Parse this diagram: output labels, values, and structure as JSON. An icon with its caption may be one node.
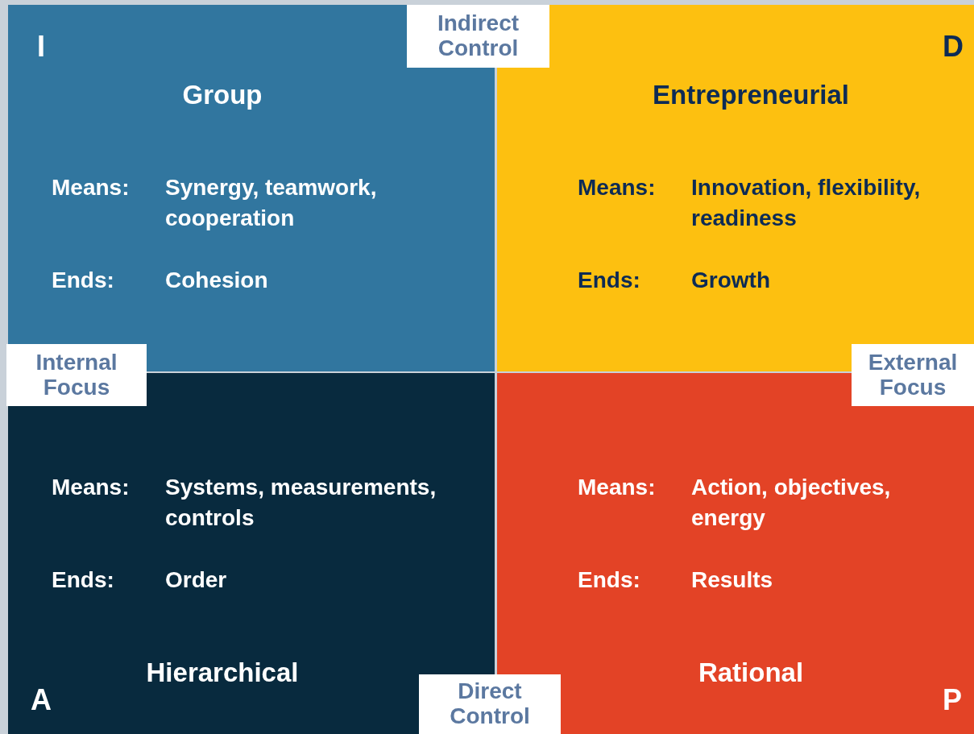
{
  "diagram": {
    "nodes": [
      {
        "text": [
          "I",
          "Group",
          "Means:",
          "Synergy, teamwork, cooperation",
          "Ends:",
          "Cohesion"
        ]
      },
      {
        "text": [
          "D",
          "Entrepreneurial",
          "Means:",
          "Innovation, flexibility, readiness",
          "Ends:",
          "Growth"
        ]
      },
      {
        "text": [
          "A",
          "Hierarchical",
          "Means:",
          "Systems, measurements, controls",
          "Ends:",
          "Order"
        ]
      },
      {
        "text": [
          "P",
          "Rational",
          "Means:",
          "Action, objectives, energy",
          "Ends:",
          "Results"
        ]
      },
      {
        "text": [
          "Indirect Control"
        ]
      },
      {
        "text": [
          "Internal Focus"
        ]
      },
      {
        "text": [
          "External Focus"
        ]
      },
      {
        "text": [
          "Direct Control"
        ]
      }
    ]
  }
}
